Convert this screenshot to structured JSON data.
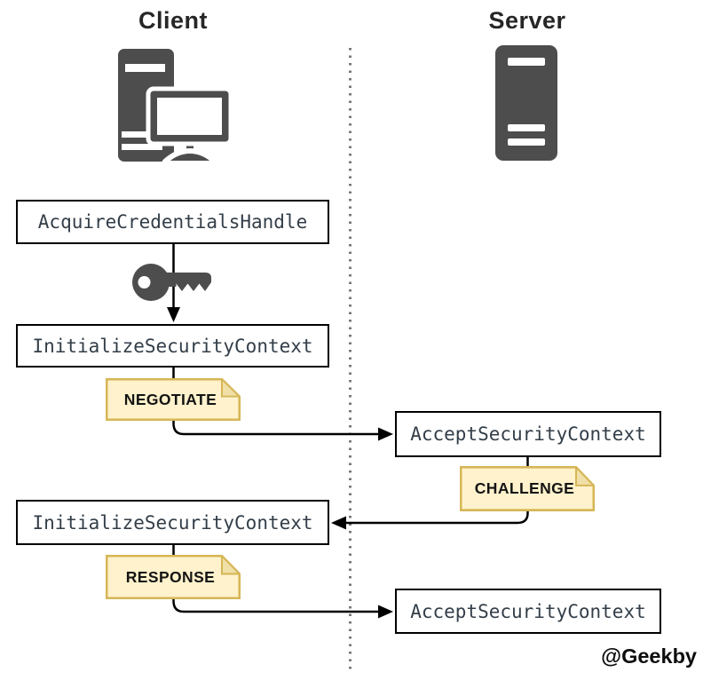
{
  "header": {
    "client_title": "Client",
    "server_title": "Server"
  },
  "flow": {
    "boxes": [
      {
        "label": "AcquireCredentialsHandle",
        "side": "client"
      },
      {
        "label": "InitializeSecurityContext",
        "side": "client"
      },
      {
        "label": "AcceptSecurityContext",
        "side": "server"
      },
      {
        "label": "InitializeSecurityContext",
        "side": "client"
      },
      {
        "label": "AcceptSecurityContext",
        "side": "server"
      }
    ],
    "notes": [
      {
        "label": "NEGOTIATE"
      },
      {
        "label": "CHALLENGE"
      },
      {
        "label": "RESPONSE"
      }
    ]
  },
  "icons": {
    "client": "desktop-computer-icon",
    "server": "server-tower-icon",
    "key": "key-icon"
  },
  "watermark": "@Geekby",
  "colors": {
    "icon_gray": "#4d4d4d",
    "note_fill": "#fff2cc",
    "note_border": "#d6b656",
    "note_fold": "#f0e0a8",
    "box_border": "#000000",
    "box_text": "#333e48",
    "title_text": "#262626",
    "divider_gray": "#777777",
    "arrow_black": "#000000"
  }
}
